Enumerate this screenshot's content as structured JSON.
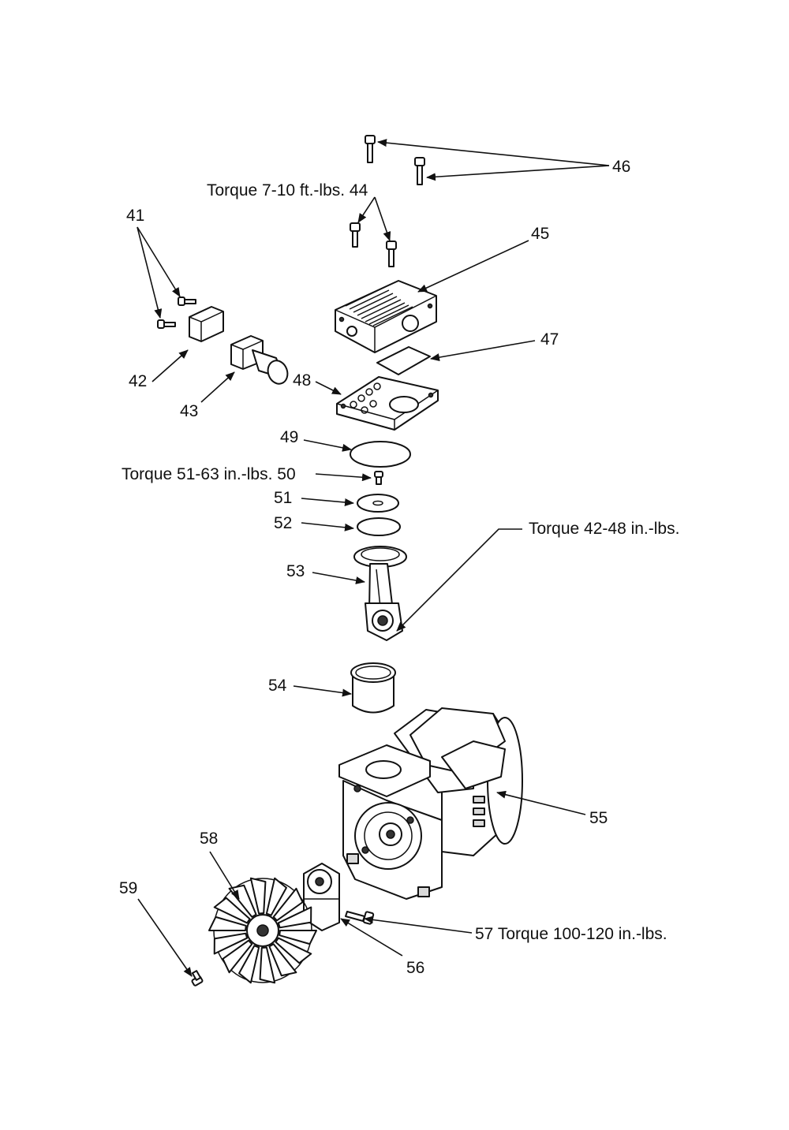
{
  "labels": {
    "p41": "41",
    "p42": "42",
    "p43": "43",
    "t44": "Torque  7-10 ft.-lbs. 44",
    "p45": "45",
    "p46": "46",
    "p47": "47",
    "p48": "48",
    "p49": "49",
    "t50": "Torque  51-63 in.-lbs. 50",
    "p51": "51",
    "p52": "52",
    "p53": "53",
    "t53": "Torque  42-48 in.-lbs.",
    "p54": "54",
    "p55": "55",
    "p56": "56",
    "t57": "57 Torque 100-120 in.-lbs.",
    "p58": "58",
    "p59": "59"
  },
  "colors": {
    "line": "#111111",
    "background": "#ffffff"
  }
}
